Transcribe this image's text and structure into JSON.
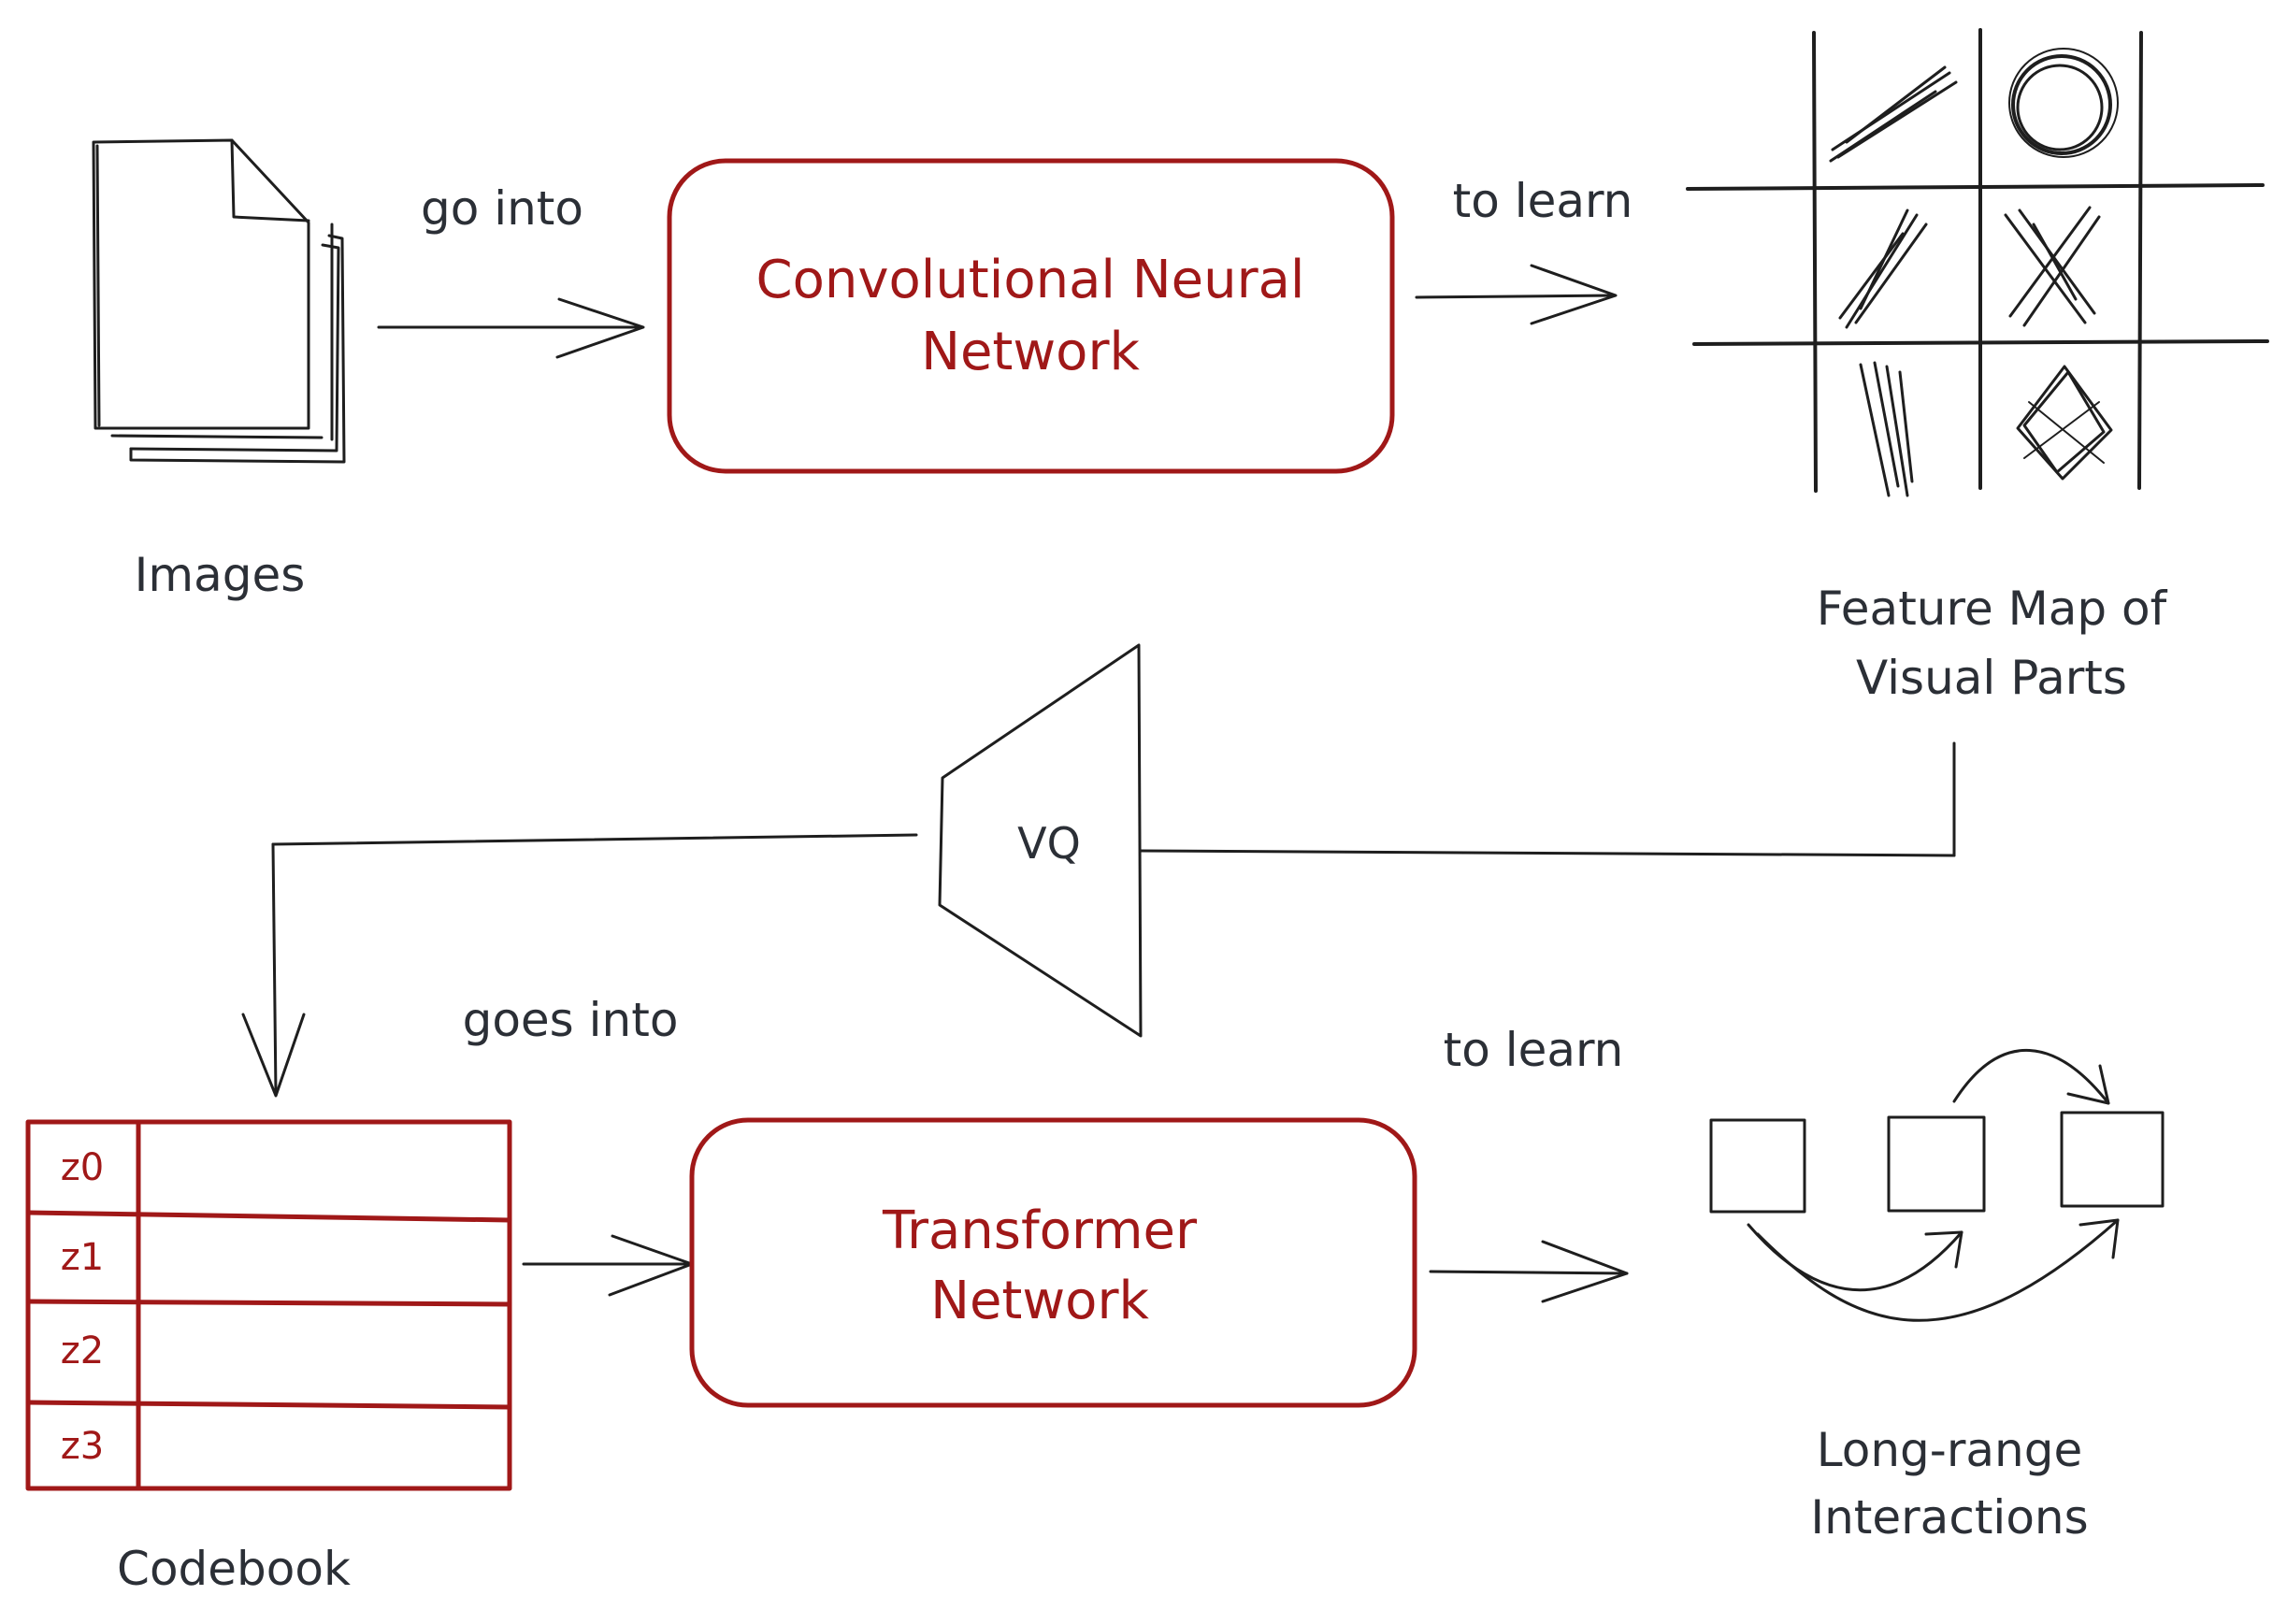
{
  "colors": {
    "ink": "#1e1e1e",
    "label": "#2b2f36",
    "accent": "#a01818",
    "background": "#ffffff"
  },
  "nodes": {
    "images": {
      "label": "Images",
      "icon": "document-stack-icon"
    },
    "cnn": {
      "line1": "Convolutional Neural",
      "line2": "Network"
    },
    "feature_map": {
      "line1": "Feature Map of",
      "line2": "Visual Parts",
      "icon": "tic-tac-toe-grid-icon"
    },
    "vq": {
      "label": "VQ"
    },
    "codebook": {
      "label": "Codebook",
      "rows": [
        "z0",
        "z1",
        "z2",
        "z3"
      ]
    },
    "transformer": {
      "line1": "Transformer",
      "line2": "Network"
    },
    "long_range": {
      "line1": "Long-range",
      "line2": "Interactions",
      "icon": "linked-boxes-icon"
    }
  },
  "edges": {
    "images_to_cnn": "go into",
    "cnn_to_feature": "to learn",
    "codebook_to_transformer": "goes into",
    "transformer_to_interactions": "to learn"
  }
}
